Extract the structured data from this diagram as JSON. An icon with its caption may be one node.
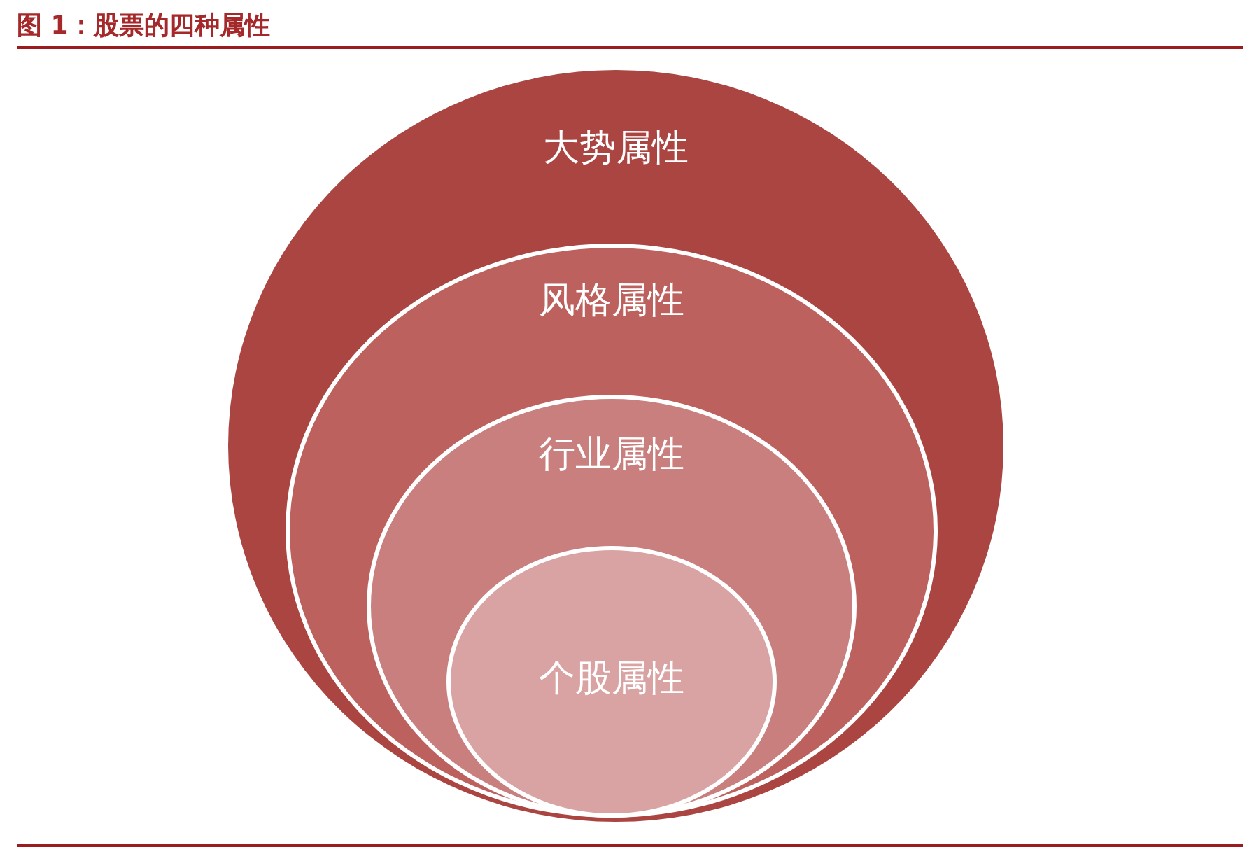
{
  "diagram": {
    "title": "图 1：股票的四种属性",
    "nodes": [
      {
        "text": [
          "大势属性"
        ]
      },
      {
        "text": [
          "风格属性"
        ],
        "in": 0
      },
      {
        "text": [
          "行业属性"
        ],
        "in": 1
      },
      {
        "text": [
          "个股属性"
        ],
        "in": 2
      }
    ]
  }
}
